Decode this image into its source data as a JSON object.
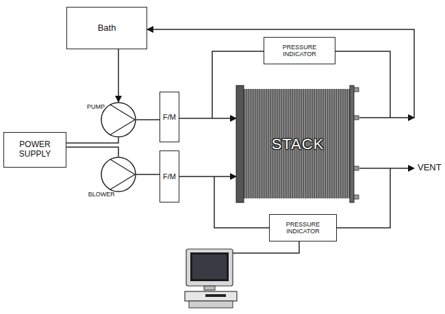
{
  "diagram": {
    "nodes": [
      {
        "text": [
          "Bath"
        ]
      },
      {
        "text": [
          "PRESSURE INDICATOR"
        ]
      },
      {
        "text": [
          "PUMP"
        ]
      },
      {
        "text": [
          "POWER SUPPLY"
        ]
      },
      {
        "text": [
          "F/M"
        ]
      },
      {
        "text": [
          "STACK"
        ]
      },
      {
        "text": [
          "BLOWER"
        ]
      },
      {
        "text": [
          "F/M"
        ]
      },
      {
        "text": [
          "PRESSURE INDICATOR"
        ]
      }
    ],
    "edges": [
      {
        "from": 0,
        "to": 2,
        "arrow": "to"
      },
      {
        "from": 2,
        "to": 4,
        "arrow": "none"
      },
      {
        "from": 4,
        "to": 5,
        "arrow": "to"
      },
      {
        "from": 5,
        "to": 0,
        "arrow": "to"
      },
      {
        "from": 3,
        "to": 2,
        "arrow": "none"
      },
      {
        "from": 3,
        "to": 6,
        "arrow": "none"
      },
      {
        "from": 6,
        "to": 7,
        "arrow": "none"
      },
      {
        "from": 7,
        "to": 5,
        "arrow": "to"
      }
    ],
    "labels": [
      "VENT"
    ]
  }
}
